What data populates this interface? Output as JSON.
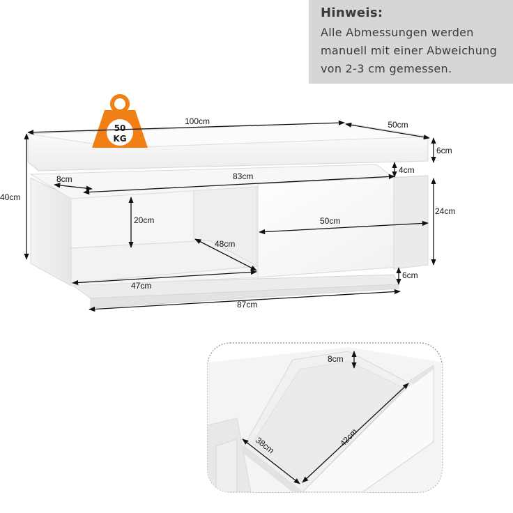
{
  "note": {
    "title": "Hinweis:",
    "lines": [
      "Alle Abmessungen werden",
      "manuell mit einer Abweichung",
      "von 2-3 cm gemessen."
    ]
  },
  "weight_badge": {
    "value": "50",
    "unit": "KG",
    "color": "#f07f16"
  },
  "dimensions": {
    "width_top": "100cm",
    "depth_top": "50cm",
    "top_thickness": "6cm",
    "gap": "4cm",
    "overall_height": "40cm",
    "side_offset": "8cm",
    "inner_width": "83cm",
    "shelf_height": "20cm",
    "drawer_height": "24cm",
    "drawer_depth": "50cm",
    "shelf_depth": "48cm",
    "shelf_width": "47cm",
    "base_height": "6cm",
    "base_width": "87cm"
  },
  "detail": {
    "drawer_wall": "8cm",
    "drawer_inner_length": "42cm",
    "drawer_inner_width": "38cm"
  }
}
